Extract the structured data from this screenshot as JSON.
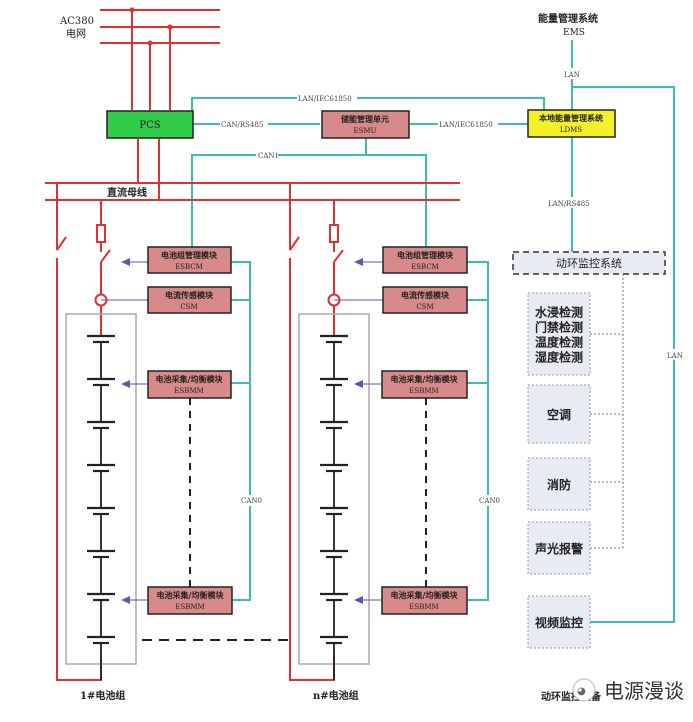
{
  "title": "储能系统架构图",
  "colors": {
    "power_line": "#e03030",
    "comm_line": "#3cbcb8",
    "signal_line": "#6a4fb0",
    "pcs_fill": "#33cc4a",
    "ldms_fill": "#f4f02a",
    "module_fill": "#d88a8a",
    "monitor_fill": "#e8eaf4",
    "battery": "#222222",
    "frame": "#aaaaaa"
  },
  "grid": {
    "label_line1": "AC380",
    "label_line2": "电网"
  },
  "ems": {
    "label_line1": "能量管理系统",
    "label_line2": "EMS"
  },
  "pcs": {
    "label": "PCS"
  },
  "esmu": {
    "label_line1": "储能管理单元",
    "label_line2": "ESMU"
  },
  "ldms": {
    "label_line1": "本地能量管理系统",
    "label_line2": "LDMS"
  },
  "dc_bus": {
    "label": "直流母线"
  },
  "links": {
    "pcs_ldms": "LAN/IEC61850",
    "pcs_esmu": "CAN/RS485",
    "esmu_ldms": "LAN/IEC61850",
    "esmu_can1": "CAN1",
    "ems_lan": "LAN",
    "ldms_monitor": "LAN/RS485",
    "right_lan": "LAN",
    "can0_a": "CAN0",
    "can0_b": "CAN0"
  },
  "battery_groups": [
    {
      "name": "1#电池组",
      "esbcm": {
        "line1": "电池组管理模块",
        "line2": "ESBCM"
      },
      "csm": {
        "line1": "电流传感模块",
        "line2": "CSM"
      },
      "esbmm_top": {
        "line1": "电池采集/均衡模块",
        "line2": "ESBMM"
      },
      "esbmm_bottom": {
        "line1": "电池采集/均衡模块",
        "line2": "ESBMM"
      }
    },
    {
      "name": "n#电池组",
      "esbcm": {
        "line1": "电池组管理模块",
        "line2": "ESBCM"
      },
      "csm": {
        "line1": "电流传感模块",
        "line2": "CSM"
      },
      "esbmm_top": {
        "line1": "电池采集/均衡模块",
        "line2": "ESBMM"
      },
      "esbmm_bottom": {
        "line1": "电池采集/均衡模块",
        "line2": "ESBMM"
      }
    }
  ],
  "monitor": {
    "system_label": "动环监控系统",
    "devices": [
      {
        "lines": [
          "水浸检测",
          "门禁检测",
          "温度检测",
          "湿度检测"
        ]
      },
      {
        "lines": [
          "空调"
        ]
      },
      {
        "lines": [
          "消防"
        ]
      },
      {
        "lines": [
          "声光报警"
        ]
      },
      {
        "lines": [
          "视频监控"
        ]
      }
    ],
    "footer_label": "动环监控设备"
  },
  "watermark": {
    "text": "电源漫谈"
  }
}
